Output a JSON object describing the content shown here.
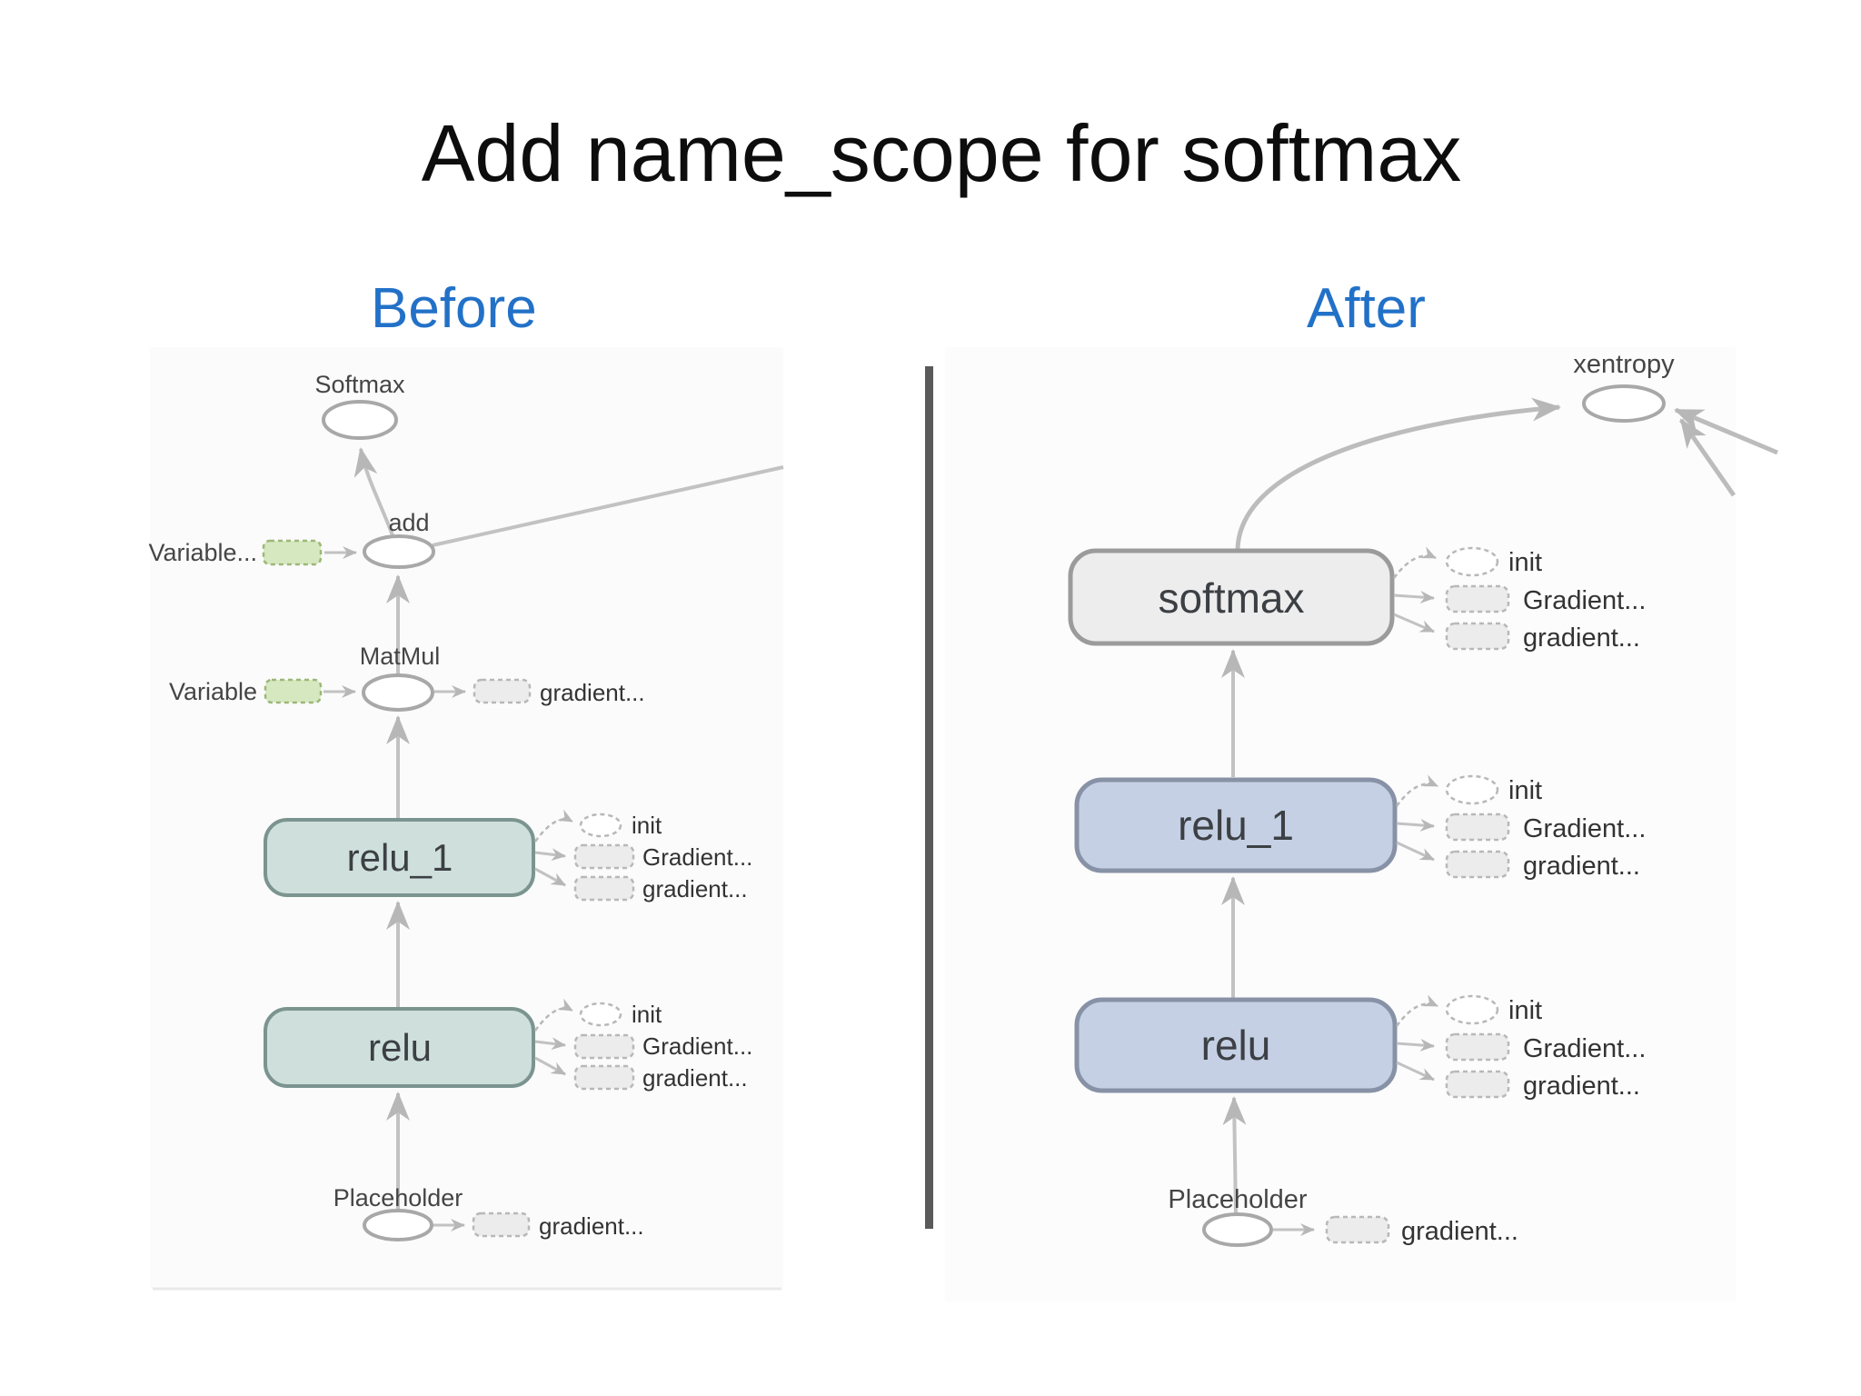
{
  "slide": {
    "title": "Add name_scope for softmax"
  },
  "columns": {
    "before": "Before",
    "after": "After"
  },
  "colors": {
    "heading_blue": "#2271c8",
    "before_node_fill": "#cfe0dc",
    "before_node_stroke": "#7c948f",
    "after_node_fill": "#c5d0e4",
    "after_node_stroke": "#8792a6",
    "softmax_node_fill": "#ededed",
    "variable_box_fill": "#d6e8c0",
    "variable_box_stroke": "#9cb878",
    "annotation_box_fill": "#ececec",
    "edge_gray": "#c2c2c2",
    "divider_gray": "#5a5a5a"
  },
  "before": {
    "softmax": "Softmax",
    "add": "add",
    "variable_top": "Variable...",
    "matmul": "MatMul",
    "variable_bottom": "Variable",
    "matmul_out": "gradient...",
    "relu1": "relu_1",
    "relu1_ann": [
      "init",
      "Gradient...",
      "gradient..."
    ],
    "relu": "relu",
    "relu_ann": [
      "init",
      "Gradient...",
      "gradient..."
    ],
    "placeholder": "Placeholder",
    "placeholder_out": "gradient..."
  },
  "after": {
    "xentropy": "xentropy",
    "softmax": "softmax",
    "softmax_ann": [
      "init",
      "Gradient...",
      "gradient..."
    ],
    "relu1": "relu_1",
    "relu1_ann": [
      "init",
      "Gradient...",
      "gradient..."
    ],
    "relu": "relu",
    "relu_ann": [
      "init",
      "Gradient...",
      "gradient..."
    ],
    "placeholder": "Placeholder",
    "placeholder_out": "gradient..."
  }
}
